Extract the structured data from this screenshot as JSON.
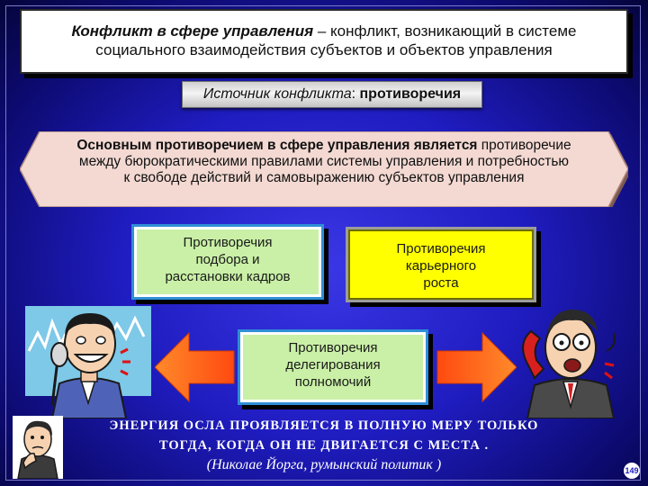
{
  "title": {
    "term": "Конфликт в сфере управления",
    "dash": " – ",
    "definition_line1": "конфликт, возникающий в системе",
    "definition_line2": "социального взаимодействия субъектов и объектов управления"
  },
  "source": {
    "label": "Источник конфликта",
    "colon": ": ",
    "value": "противоречия"
  },
  "main_contradiction": {
    "lead": "Основным противоречием в сфере управления является",
    "rest_line1": " противоречие",
    "line2": "между бюрократическими правилами системы управления и потребностью",
    "line3": "к свободе действий и самовыражению субъектов управления"
  },
  "boxes": {
    "selection": [
      "Противоречия",
      "подбора и",
      "расстановки кадров"
    ],
    "career": [
      "Противоречия",
      "карьерного",
      "роста"
    ],
    "delegation": [
      "Противоречия",
      "делегирования",
      "полномочий"
    ]
  },
  "quote": {
    "line1": "ЭНЕРГИЯ  ОСЛА  ПРОЯВЛЯЕТСЯ  В  ПОЛНУЮ  МЕРУ  ТОЛЬКО",
    "line2": "ТОГДА,  КОГДА ОН  НЕ  ДВИГАЕТСЯ  С  МЕСТА .",
    "author": "(Николае Йорга, румынский политик )"
  },
  "page_number": "149",
  "colors": {
    "background": "#1f1cc0",
    "green_box": "#c9f0a6",
    "yellow_box": "#ffff00",
    "banner": "#f3d9d2",
    "arrow": "#ff6a1a"
  },
  "icons": [
    "speaker-figure-icon",
    "phone-figure-icon",
    "thinker-icon",
    "left-arrow-icon",
    "right-arrow-icon"
  ]
}
